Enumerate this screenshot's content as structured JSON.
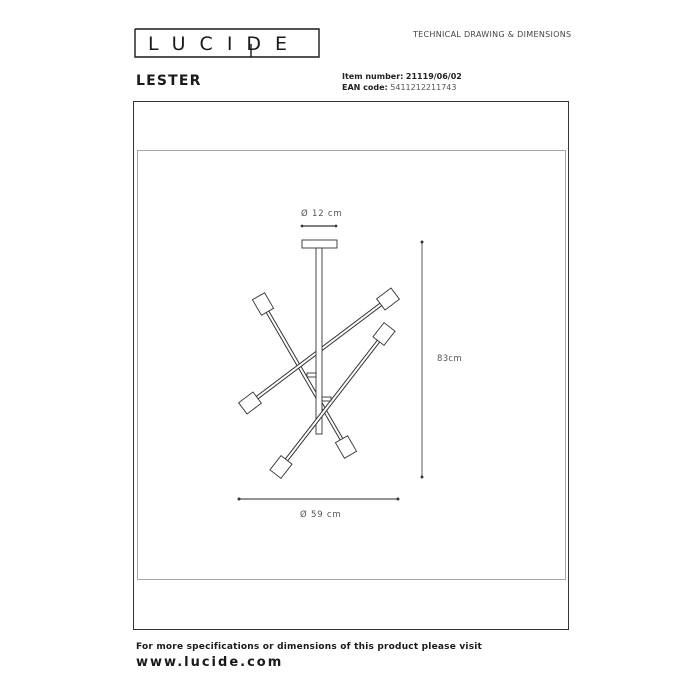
{
  "header": {
    "brand": "LUCIDE",
    "tagline": "TECHNICAL DRAWING & DIMENSIONS"
  },
  "product": {
    "name": "LESTER",
    "item_number_label": "Item number:",
    "item_number": "21119/06/02",
    "ean_label": "EAN code:",
    "ean": "5411212211743"
  },
  "drawing": {
    "canopy_diameter": "Ø 12 cm",
    "height": "83cm",
    "overall_diameter": "Ø 59 cm",
    "line_color": "#333333",
    "frame_color": "#a8a8a8"
  },
  "footer": {
    "note": "For more specifications or dimensions of this product please visit",
    "url": "www.lucide.com"
  }
}
